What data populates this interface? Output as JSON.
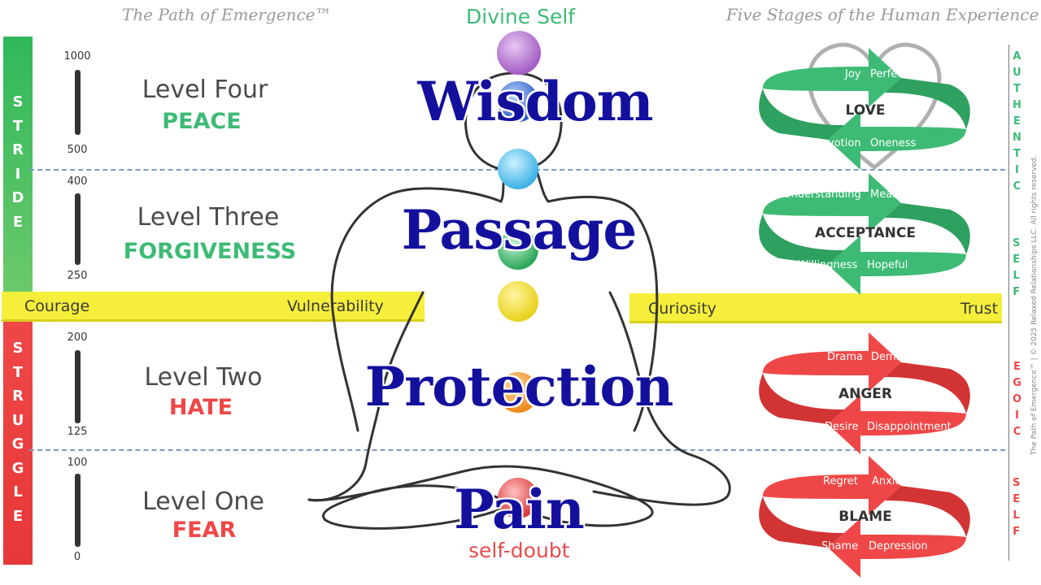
{
  "header": {
    "left_title": "The Path of Emergence™",
    "top_label": "Divine Self",
    "right_title": "Five Stages of the Human Experience",
    "bottom_label": "self-doubt"
  },
  "left_bars": {
    "stride": "STRIDE",
    "struggle": "STRUGGLE"
  },
  "levels": [
    {
      "title": "Level Four",
      "word": "PEACE",
      "top": "1000",
      "bottom": "500"
    },
    {
      "title": "Level Three",
      "word": "FORGIVENESS",
      "top": "400",
      "bottom": "250"
    },
    {
      "title": "Level Two",
      "word": "HATE",
      "top": "200",
      "bottom": "125"
    },
    {
      "title": "Level One",
      "word": "FEAR",
      "top": "100",
      "bottom": "0"
    }
  ],
  "band": {
    "left_a": "Courage",
    "left_b": "Vulnerability",
    "right_a": "Curiosity",
    "right_b": "Trust"
  },
  "big_words": [
    "Wisdom",
    "Passage",
    "Protection",
    "Pain"
  ],
  "cycles": [
    {
      "center": "LOVE",
      "tl": "Joy",
      "tr": "Perfect",
      "bl": "Devotion",
      "br": "Oneness",
      "color": "#3dbb75"
    },
    {
      "center": "ACCEPTANCE",
      "tl": "Understanding",
      "tr": "Meaningful",
      "bl": "Willingness",
      "br": "Hopeful",
      "color": "#3dbb75"
    },
    {
      "center": "ANGER",
      "tl": "Drama",
      "tr": "Demanding",
      "bl": "Desire",
      "br": "Disappointment",
      "color": "#ef4747"
    },
    {
      "center": "BLAME",
      "tl": "Regret",
      "tr": "Anxiety",
      "bl": "Shame",
      "br": "Depression",
      "color": "#ef4747"
    }
  ],
  "right_labels": {
    "authentic": "AUTHENTIC",
    "self_top": "SELF",
    "egoic": "EGOIC",
    "self_bottom": "SELF"
  },
  "copyright": "The Path of Emergence™ | © 2025 Relaxed Relationships LLC. All rights reserved.",
  "colors": {
    "green": "#3dbb75",
    "red": "#ef4747",
    "band_yellow": "#f5ee3a",
    "heading_blue": "#14109e",
    "dash_blue": "#7b98c9"
  }
}
